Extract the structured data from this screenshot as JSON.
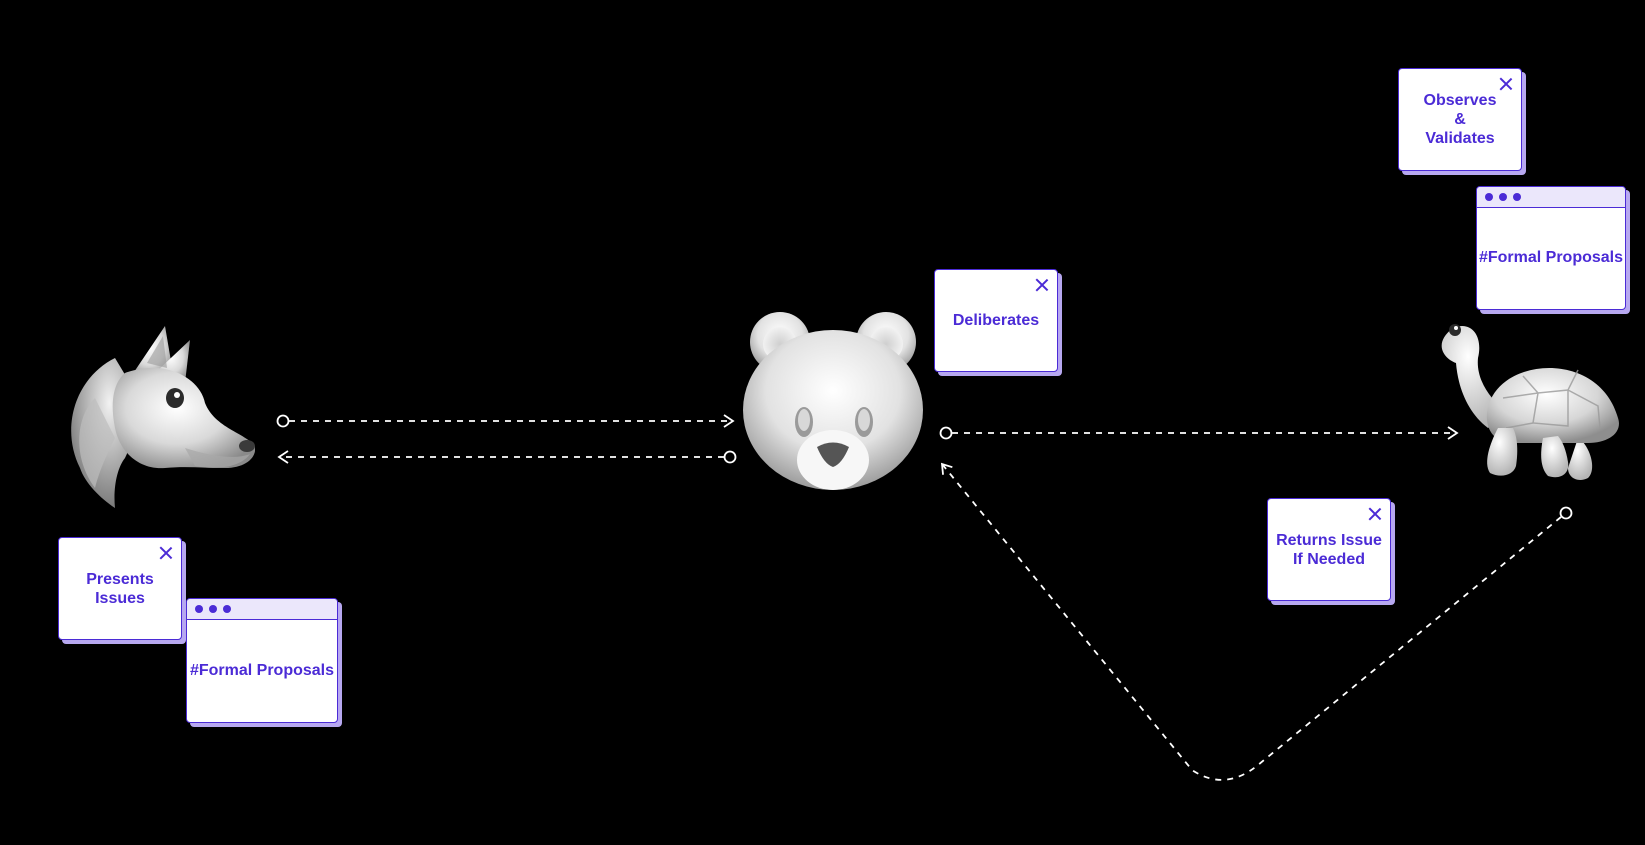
{
  "cards": {
    "presents_issues": "Presents\nIssues",
    "deliberates": "Deliberates",
    "observes_validates": "Observes\n&\nValidates",
    "returns_issue": "Returns Issue\nIf Needed"
  },
  "windows": {
    "left_tag": "#Formal Proposals",
    "right_tag": "#Formal Proposals"
  },
  "avatars": {
    "left": "wolf-icon",
    "center": "bear-icon",
    "right": "turtle-icon"
  },
  "colors": {
    "background": "#000000",
    "accent": "#4b2bd6",
    "accent_shadow": "#b7a8f0",
    "window_bar": "#ebe7fb",
    "line": "#ffffff"
  }
}
